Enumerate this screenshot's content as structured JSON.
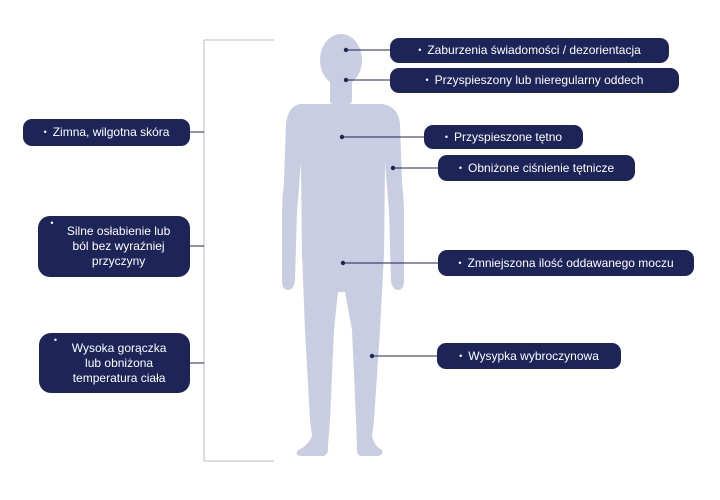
{
  "colors": {
    "pill_bg": "#1c2458",
    "body_fill": "#c9cde1",
    "line": "#1c2458",
    "bracket": "#b9bcc6"
  },
  "bullet": "•",
  "symptoms_right": [
    {
      "label": "Zaburzenia świadomości / dezorientacja"
    },
    {
      "label": "Przyspieszony lub nieregularny oddech"
    },
    {
      "label": "Przyspieszone tętno"
    },
    {
      "label": "Obniżone ciśnienie tętnicze"
    },
    {
      "label": "Zmniejszona ilość oddawanego moczu"
    },
    {
      "label": "Wysypka wybroczynowa"
    }
  ],
  "symptoms_left": [
    {
      "label": "Zimna, wilgotna skóra"
    },
    {
      "label": "Silne osłabienie lub ból bez wyraźniej przyczyny"
    },
    {
      "label": "Wysoka gorączka lub obniżona temperatura ciała"
    }
  ]
}
